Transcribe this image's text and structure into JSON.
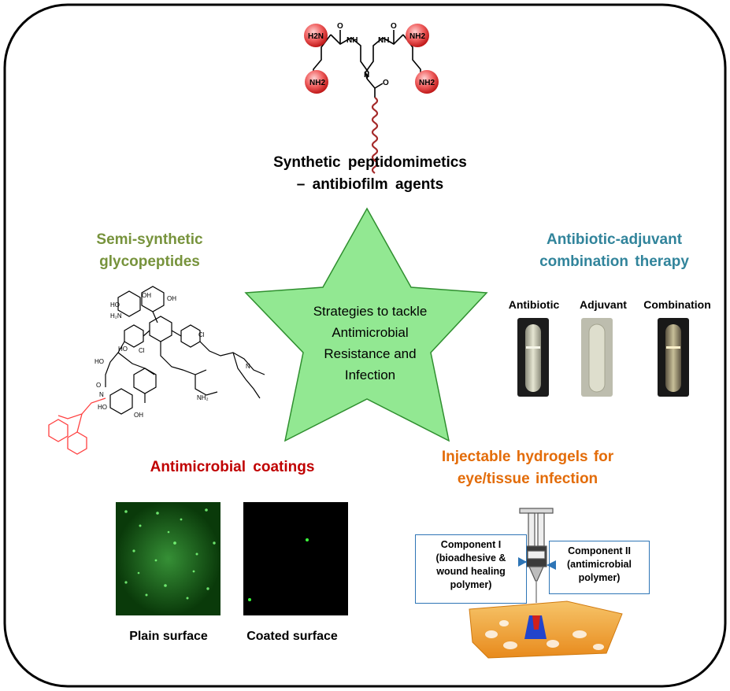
{
  "center": {
    "lines": [
      "Strategies to tackle",
      "Antimicrobial",
      "Resistance and",
      "Infection"
    ]
  },
  "peptidomimetics": {
    "title_lines": [
      "Synthetic peptidomimetics",
      "– antibiofilm agents"
    ],
    "structure_labels": {
      "nh2": "NH2",
      "h2n": "H2N",
      "nh": "NH",
      "n": "N",
      "o": "O"
    }
  },
  "glycopeptides": {
    "title_lines": [
      "Semi-synthetic",
      "glycopeptides"
    ]
  },
  "combination": {
    "title_lines": [
      "Antibiotic-adjuvant",
      "combination therapy"
    ],
    "tubes": [
      "Antibiotic",
      "Adjuvant",
      "Combination"
    ]
  },
  "coatings": {
    "title": "Antimicrobial coatings",
    "surfaces": [
      "Plain surface",
      "Coated surface"
    ]
  },
  "hydrogels": {
    "title_lines": [
      "Injectable hydrogels for",
      "eye/tissue infection"
    ],
    "component1_lines": [
      "Component I",
      "(bioadhesive &",
      "wound healing",
      "polymer)"
    ],
    "component2_lines": [
      "Component II",
      "(antimicrobial",
      "polymer)"
    ]
  },
  "colors": {
    "glyco": "#77933c",
    "combination": "#31849b",
    "coatings": "#c00000",
    "hydrogels": "#e36c09",
    "star_fill": "#92e892",
    "star_stroke": "#2f8f2f",
    "box_border": "#2e75b6"
  }
}
